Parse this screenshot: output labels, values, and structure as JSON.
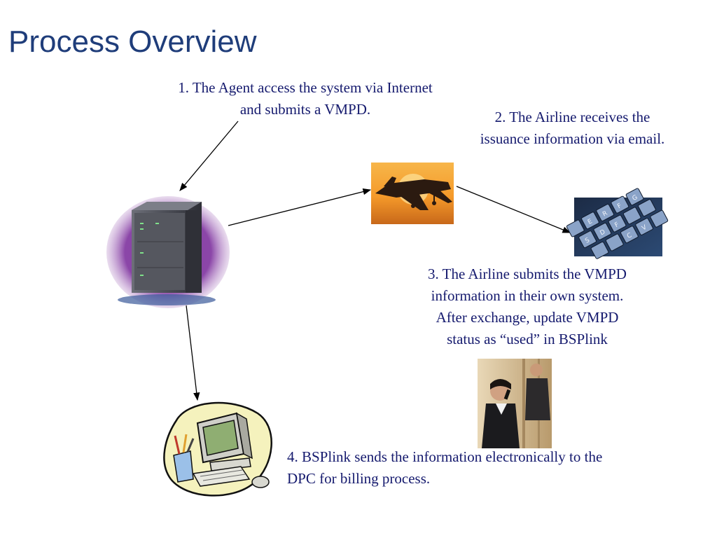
{
  "slide": {
    "title": "Process Overview"
  },
  "steps": [
    {
      "lines": [
        "1. The Agent access the system via Internet",
        "and submits a VMPD."
      ]
    },
    {
      "lines": [
        "2. The Airline receives the",
        "issuance information via email."
      ]
    },
    {
      "lines": [
        "3. The Airline submits the VMPD",
        "information in their own system.",
        "After exchange, update VMPD",
        "status as “used” in BSPlink"
      ]
    },
    {
      "lines": [
        "4. BSPlink sends the information electronically to the",
        "DPC for billing process."
      ]
    }
  ],
  "images": {
    "server": "server-tower-icon",
    "airplane": "airplane-photo",
    "keyboard": "keyboard-photo",
    "businesspeople": "business-people-photo",
    "computer": "computer-clipart"
  },
  "keyboard_keys": [
    "E",
    "R",
    "F",
    "G",
    "S",
    "D",
    "F",
    "C",
    "V"
  ],
  "colors": {
    "title": "#1f3d7a",
    "text": "#151a6e",
    "arrow": "#000000"
  }
}
